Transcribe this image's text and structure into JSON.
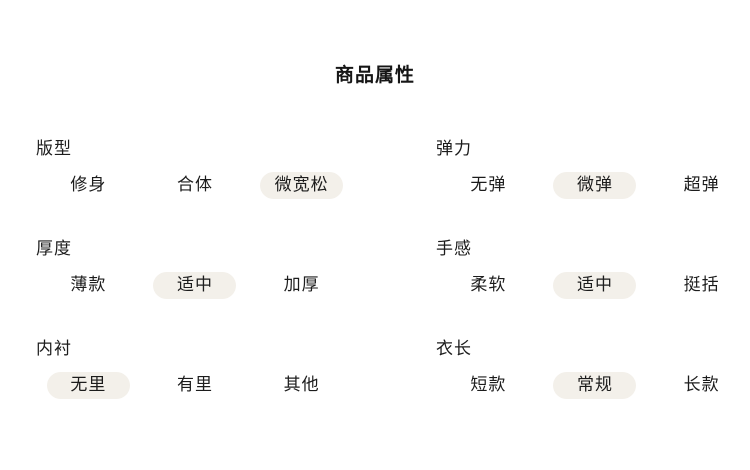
{
  "page": {
    "title": "商品属性",
    "background_color": "#ffffff",
    "text_color": "#1c1c1c",
    "selected_pill_color": "#f3f0ea"
  },
  "attributes": [
    {
      "label": "版型",
      "options": [
        "修身",
        "合体",
        "微宽松"
      ],
      "selected_index": 2,
      "selected_value": "微宽松"
    },
    {
      "label": "弹力",
      "options": [
        "无弹",
        "微弹",
        "超弹"
      ],
      "selected_index": 1,
      "selected_value": "微弹"
    },
    {
      "label": "厚度",
      "options": [
        "薄款",
        "适中",
        "加厚"
      ],
      "selected_index": 1,
      "selected_value": "适中"
    },
    {
      "label": "手感",
      "options": [
        "柔软",
        "适中",
        "挺括"
      ],
      "selected_index": 1,
      "selected_value": "适中"
    },
    {
      "label": "内衬",
      "options": [
        "无里",
        "有里",
        "其他"
      ],
      "selected_index": 0,
      "selected_value": "无里"
    },
    {
      "label": "衣长",
      "options": [
        "短款",
        "常规",
        "长款"
      ],
      "selected_index": 1,
      "selected_value": "常规"
    }
  ]
}
